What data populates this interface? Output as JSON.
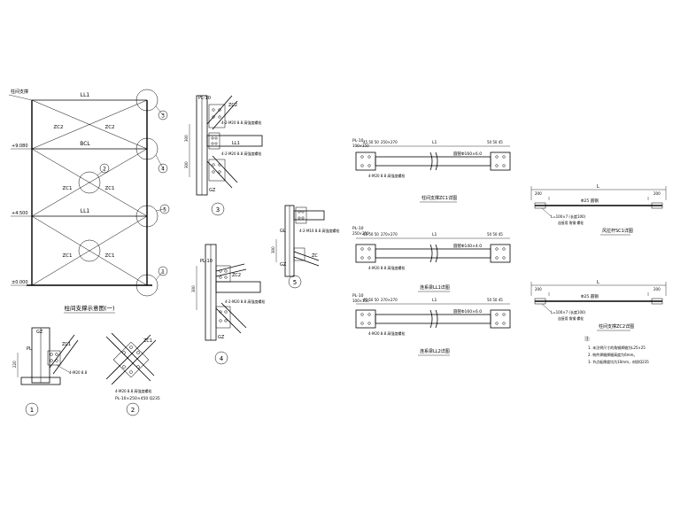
{
  "bracing_overview": {
    "title": "柱间支撑示意图(一)",
    "top_label": "柱间支撑",
    "elev_1": "+9.080",
    "elev_2": "+4.500",
    "elev_3": "±0.000",
    "beam_top": "LL1",
    "beam_mid": "BCL",
    "beam_low": "LL1",
    "brace_top_left": "ZC2",
    "brace_top_right": "ZC2",
    "brace_mid_left": "ZC1",
    "brace_mid_right": "ZC1",
    "brace_low_left": "ZC1",
    "brace_low_right": "ZC1",
    "callouts": [
      "3",
      "4",
      "5",
      "1",
      "2"
    ]
  },
  "detail_1": {
    "number": "1",
    "member_gz": "GZ",
    "member_pl": "PL",
    "member_zc": "ZC1",
    "bolt_note": "4-M20 8.8",
    "dim": "220"
  },
  "detail_2": {
    "number": "2",
    "bolt_note": "4-M20 8.8 高强度螺栓",
    "plate_note": "PL-10×250×450 Q235",
    "member_zc": "ZC1"
  },
  "detail_3": {
    "number": "3",
    "member_pl": "PL-10",
    "member_zc": "ZC2",
    "member_ll": "LL1",
    "member_gz": "GZ",
    "bolt_note_1": "4-2-M20 8.8 高强度螺栓",
    "bolt_note_2": "4-2-M20 8.8 高强度螺栓",
    "dim_a": "300",
    "dim_b": "300"
  },
  "detail_4": {
    "number": "4",
    "member_pl": "PL-10",
    "member_zc": "ZC2",
    "member_gz": "GZ",
    "bolt_note": "4-2-M20 8.8 高强度螺栓",
    "dim": "300"
  },
  "detail_5": {
    "number": "5",
    "member_gl": "GL",
    "member_gz": "GZ",
    "member_zc": "ZC",
    "bolt_note": "4-2-M16 8.8 高强度螺栓",
    "dim": "300"
  },
  "member_zc1": {
    "caption": "柱间支撑ZC1详图",
    "plate": "PL-10",
    "plate_size": "100×150",
    "size_b": "250×270",
    "length": "L1",
    "tube": "圆管Φ160×6.0",
    "bolt": "4-M20 8.8 高强度螺栓",
    "dim_left": "45 50 50",
    "dim_right": "50 50 45"
  },
  "member_ll1": {
    "caption": "连系梁LL1详图",
    "plate": "PL-10",
    "plate_size": "250×250",
    "size_b": "270×270",
    "length": "L1",
    "tube": "圆管Φ140×4.0",
    "bolt": "4-M20 8.8 高强度螺栓",
    "dim_left": "45 50 50",
    "dim_right": "50 50 45"
  },
  "member_ll2": {
    "caption": "连系梁LL2详图",
    "plate": "PL-10",
    "plate_size": "100×150",
    "size_b": "270×270",
    "length": "L1",
    "tube": "圆管Φ160×6.0",
    "bolt": "4-M20 8.8 高强度螺栓",
    "dim_left": "45 50 50",
    "dim_right": "50 50 45"
  },
  "member_sc1": {
    "caption": "风拉杆SC1详图",
    "length": "L",
    "end_dim_left": "200",
    "end_dim_right": "200",
    "rod": "Φ25 圆钢",
    "angle": "L=100×7 (长度100)",
    "note": "连接用 角钢 螺栓"
  },
  "member_zc2": {
    "caption": "柱间支撑ZC2详图",
    "length": "L",
    "end_dim_left": "200",
    "end_dim_right": "200",
    "rod": "Φ25 圆钢",
    "angle": "L=100×7 (长度100)",
    "note": "连接用 角钢 螺栓"
  },
  "notes": {
    "heading": "注:",
    "items": [
      "1. 未注明尺寸的角钢焊缝为L25×25",
      "2. 构件焊缝焊缝高度为6mm。",
      "3. 节点板厚度均为10mm，材质Q235"
    ]
  }
}
